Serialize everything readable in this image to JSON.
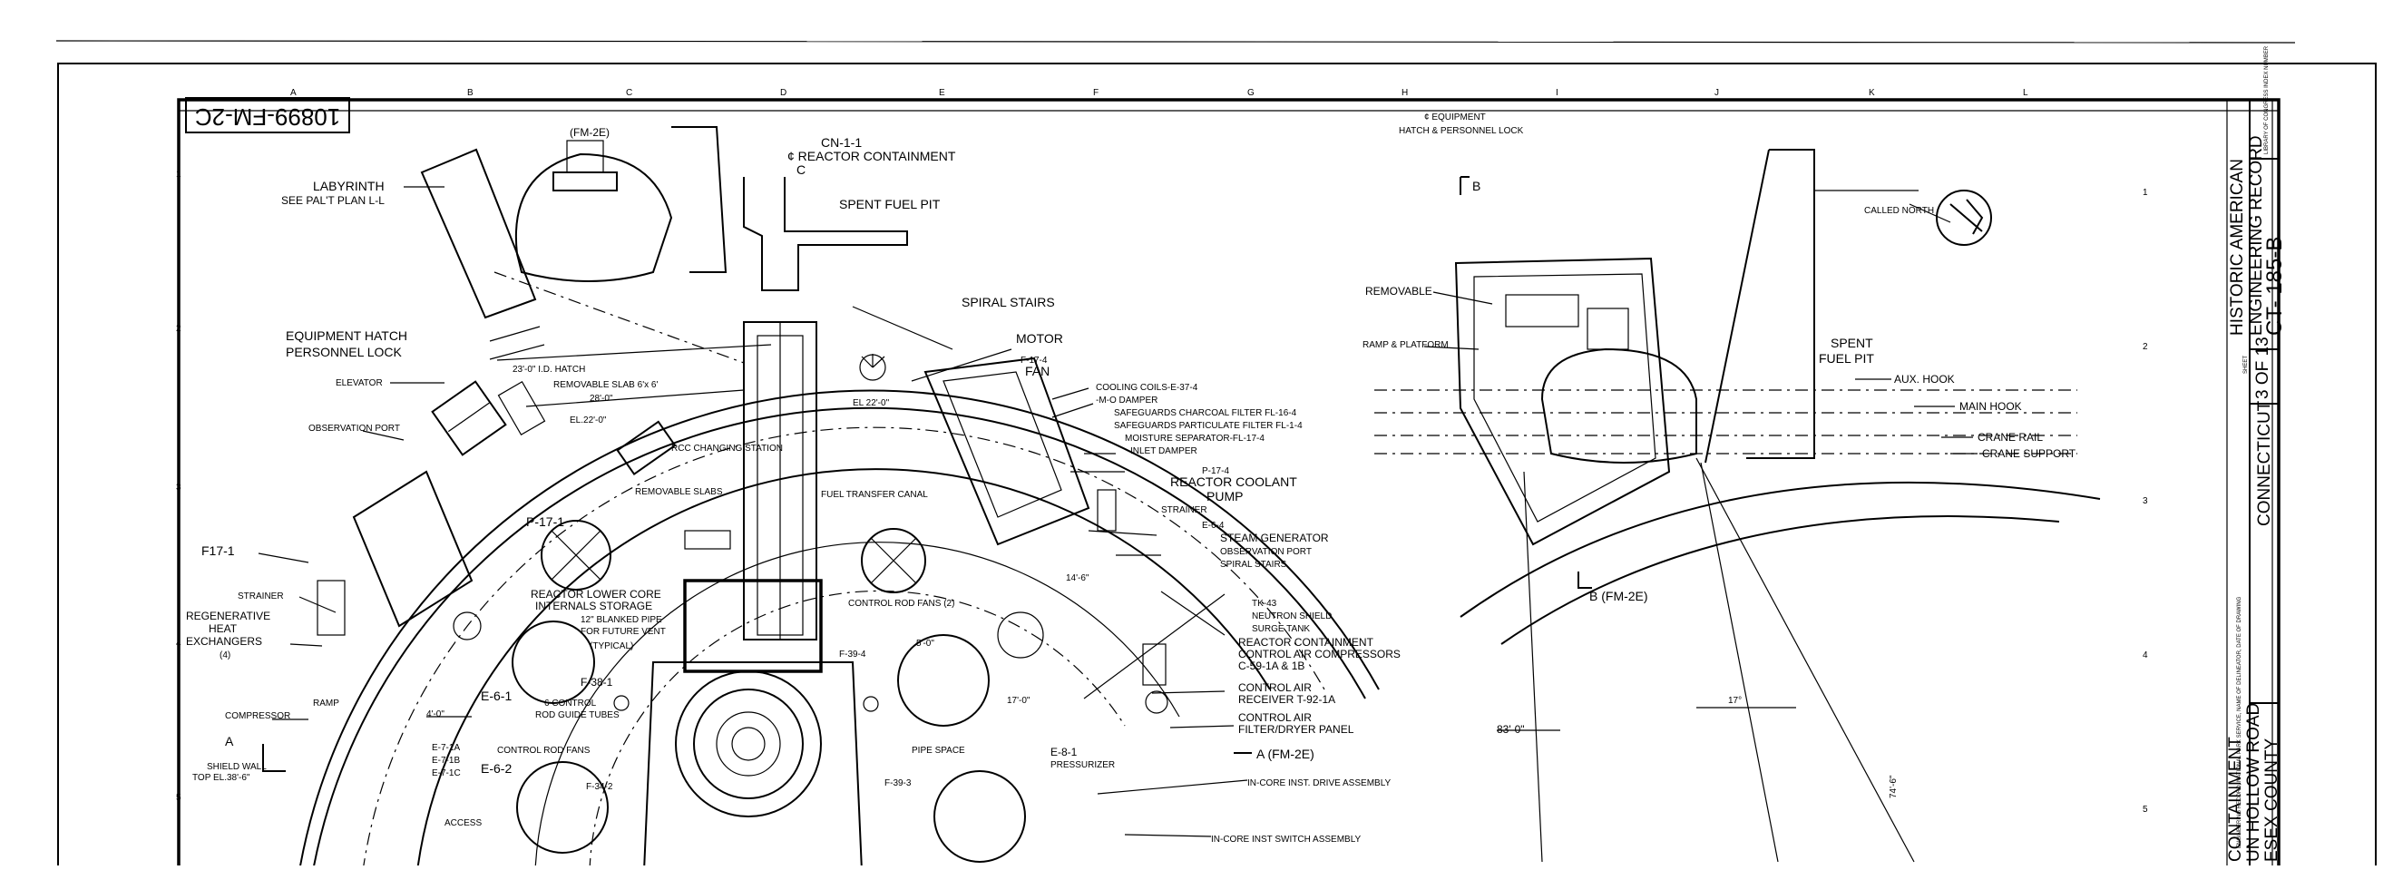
{
  "drawing": {
    "stamp": "10899-FM-2C",
    "grid_letters": [
      "A",
      "B",
      "C",
      "D",
      "E",
      "F",
      "G",
      "H",
      "I",
      "J",
      "K",
      "L"
    ],
    "grid_numbers": [
      "1",
      "2",
      "3",
      "4",
      "5"
    ]
  },
  "plan_labels": {
    "section_b_callout": "(FM-2E)",
    "cn_label": "CN-1-1",
    "reactor_containment_cl": "¢ REACTOR CONTAINMENT",
    "section_c_mark": "C",
    "spent_fuel_pit": "SPENT FUEL PIT",
    "labyrinth": "LABYRINTH",
    "see_plan": "SEE PAL'T PLAN L-L",
    "equipment_hatch": "EQUIPMENT HATCH",
    "personnel_lock": "PERSONNEL LOCK",
    "elevator": "ELEVATOR",
    "observation_port": "OBSERVATION PORT",
    "hatch_dim": "23'-0\" I.D. HATCH",
    "removable_slab": "REMOVABLE SLAB 6'x 6'",
    "dim_28": "28'-0\"",
    "el_22": "EL.22'-0\"",
    "el_22b": "EL 22'-0\"",
    "rcc_station": "RCC CHANGING STATION",
    "removable_slabs": "REMOVABLE SLABS",
    "fuel_transfer_canal": "FUEL TRANSFER CANAL",
    "spiral_stairs": "SPIRAL STAIRS",
    "motor": "MOTOR",
    "fan_tag": "F-17-4",
    "fan": "FAN",
    "cooling_coils": "COOLING COILS-E-37-4",
    "mo_damper": "-M-O DAMPER",
    "charcoal_filter": "SAFEGUARDS CHARCOAL FILTER FL-16-4",
    "particulate_filter": "SAFEGUARDS PARTICULATE FILTER FL-1-4",
    "moisture_separator": "MOISTURE SEPARATOR-FL-17-4",
    "inlet_damper": "INLET DAMPER",
    "pump_tag": "P-17-4",
    "reactor_coolant_pump": "REACTOR COOLANT",
    "pump": "PUMP",
    "strainer_r": "STRAINER",
    "e64": "E-6-4",
    "steam_generator": "STEAM GENERATOR",
    "observation_port_r": "OBSERVATION PORT",
    "spiral_stairs_r": "SPIRAL STAIRS",
    "tk43": "TK-43",
    "neutron_shield": "NEUTRON SHIELD",
    "surge_tank": "SURGE TANK",
    "rc_control_air": "REACTOR CONTAINMENT",
    "control_air_comp": "CONTROL AIR COMPRESSORS",
    "c59": "C-59-1A & 1B",
    "control_air_recv": "CONTROL AIR",
    "receiver": "RECEIVER T-92-1A",
    "control_air_filter": "CONTROL AIR",
    "filter_dryer": "FILTER/DRYER PANEL",
    "section_a_callout": "A (FM-2E)",
    "e81": "E-8-1",
    "pressurizer": "PRESSURIZER",
    "incore_drive": "IN-CORE INST. DRIVE ASSEMBLY",
    "incore_switch": "IN-CORE INST SWITCH ASSEMBLY",
    "p171": "P-17-1",
    "f171": "F17-1",
    "strainer_l": "STRAINER",
    "regen": "REGENERATIVE",
    "heat": "HEAT",
    "exchangers": "EXCHANGERS",
    "exch_count": "(4)",
    "reactor_lower_core": "REACTOR LOWER CORE",
    "internals_storage": "INTERNALS STORAGE",
    "blanked_pipe": "12\" BLANKED PIPE",
    "future_vent": "FOR FUTURE VENT",
    "typical": "(TYPICAL)",
    "control_rod_fans": "CONTROL ROD FANS (2)",
    "control_rod_fans_b": "CONTROL ROD FANS",
    "e61": "E-6-1",
    "f381": "F-38-1",
    "f394": "F-39-4",
    "control_rod_guide": "6 CONTROL",
    "rod_guide_tubes": "ROD GUIDE TUBES",
    "compressor": "COMPRESSOR",
    "ramp": "RAMP",
    "a_mark": "A",
    "shield_wall": "SHIELD WALL",
    "top_el": "TOP EL.38'-6\"",
    "e71a": "E-7-1A",
    "e71b": "E-7-1B",
    "e71c": "E-7-1C",
    "e62": "E-6-2",
    "f342": "F-34-2",
    "pipe_space": "PIPE SPACE",
    "f393": "F-39-3",
    "access": "ACCESS",
    "dim_17": "17'-0\"",
    "dim_14": "14'-6\"",
    "dim_5": "5'-0\"",
    "dim_4": "4'-0\""
  },
  "section_labels": {
    "equipment_hatch": "¢ EQUIPMENT",
    "hatch_personnel": "HATCH & PERSONNEL LOCK",
    "b_mark": "B",
    "called_north": "CALLED NORTH",
    "removable": "REMOVABLE",
    "ramp_platform": "RAMP & PLATFORM",
    "spent": "SPENT",
    "fuel_pit": "FUEL PIT",
    "aux_hook": "AUX. HOOK",
    "main_hook": "MAIN HOOK",
    "crane_rail": "CRANE RAIL",
    "crane_support": "CRANE SUPPORT",
    "section_b_callout": "B (FM-2E)",
    "dim_83": "83'-0\"",
    "angle_17": "17°",
    "dim_74": "74'-6\""
  },
  "title_block": {
    "small_label": "LIBRARY OF CONGRESS INDEX NUMBER",
    "haer_1": "HISTORIC AMERICAN",
    "haer_2": "ENGINEERING RECORD",
    "haer_num": "CT- 185-B",
    "sheet_label": "SHEET",
    "sheet_num": "3  OF  13",
    "state": "CONNECTICUT",
    "footer_note": "ENGINEERING RECORD, NATIONAL PARK SERVICE, NAME OF DELINEATOR, DATE OF DRAWING",
    "containment": "CONTAINMENT",
    "road": "UN HOLLOW ROAD",
    "county": "ESEX COUNTY"
  }
}
